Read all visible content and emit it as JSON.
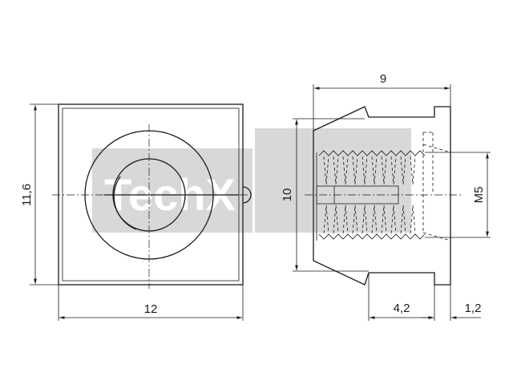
{
  "drawing": {
    "dimensions": {
      "front_width": "12",
      "front_height": "11,6",
      "side_length": "9",
      "side_height": "10",
      "thread": "M5",
      "length_a": "4,2",
      "length_b": "1,2"
    },
    "watermark": "TechX"
  },
  "colors": {
    "line": "#1a1a1a",
    "watermark": "#d8d8d8"
  }
}
